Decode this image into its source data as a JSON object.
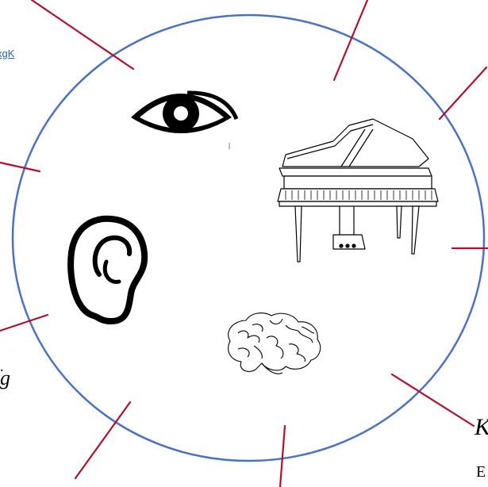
{
  "colors": {
    "circle_stroke": "#4a72c0",
    "connector": "#b0102e",
    "link": "#1f5fbf",
    "illustration": "#000000"
  },
  "icons": [
    "eye-icon",
    "piano-icon",
    "ear-icon",
    "brain-icon"
  ],
  "text_fragments": {
    "link": "xgK",
    "left_dot": ".",
    "left_g": "g",
    "right_k": "K",
    "right_e": "E"
  }
}
